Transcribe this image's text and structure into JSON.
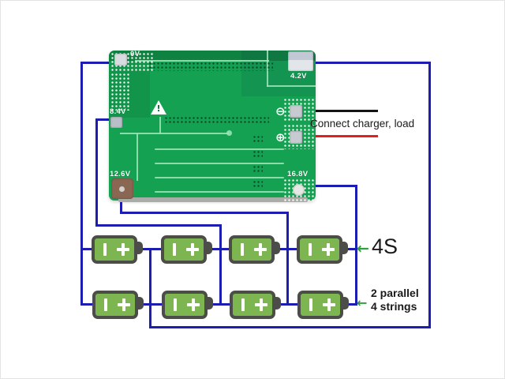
{
  "colors": {
    "bg": "#ffffff",
    "wire_blue": "#1d1db2",
    "wire_black": "#141414",
    "wire_red": "#e02121",
    "battery_fill": "#7db551",
    "battery_border": "#4c4c48",
    "board_green": "#14a151",
    "board_green_dark": "#0c6f38",
    "trace_light": "#9fe6ba",
    "arrow_green": "#2f9e3d",
    "text_dark": "#1a1a1a",
    "label_white": "#ffffff",
    "pad_grey": "#c6cbd1",
    "pad_copper": "#8a6753",
    "board_edge_grey": "#a9aca7"
  },
  "board": {
    "labels": {
      "tap0": "0V",
      "tap1": "4.2V",
      "tap2": "8.4V",
      "tap3": "12.6V",
      "tap4": "16.8V"
    },
    "minus_symbol": "⊖",
    "plus_symbol": "⊕",
    "warning_mark": "!"
  },
  "annotations": {
    "charger_label": "Connect charger, load",
    "series_label": "4S",
    "parallel_line1": "2 parallel",
    "parallel_line2": "4 strings",
    "arrow_glyph": "←"
  },
  "batteries": {
    "rows": 2,
    "cells_per_row": 4,
    "terminal_minus_icon": "vertical-bar",
    "terminal_plus_icon": "plus-cross",
    "positive_nub_icon": "battery-nub"
  }
}
